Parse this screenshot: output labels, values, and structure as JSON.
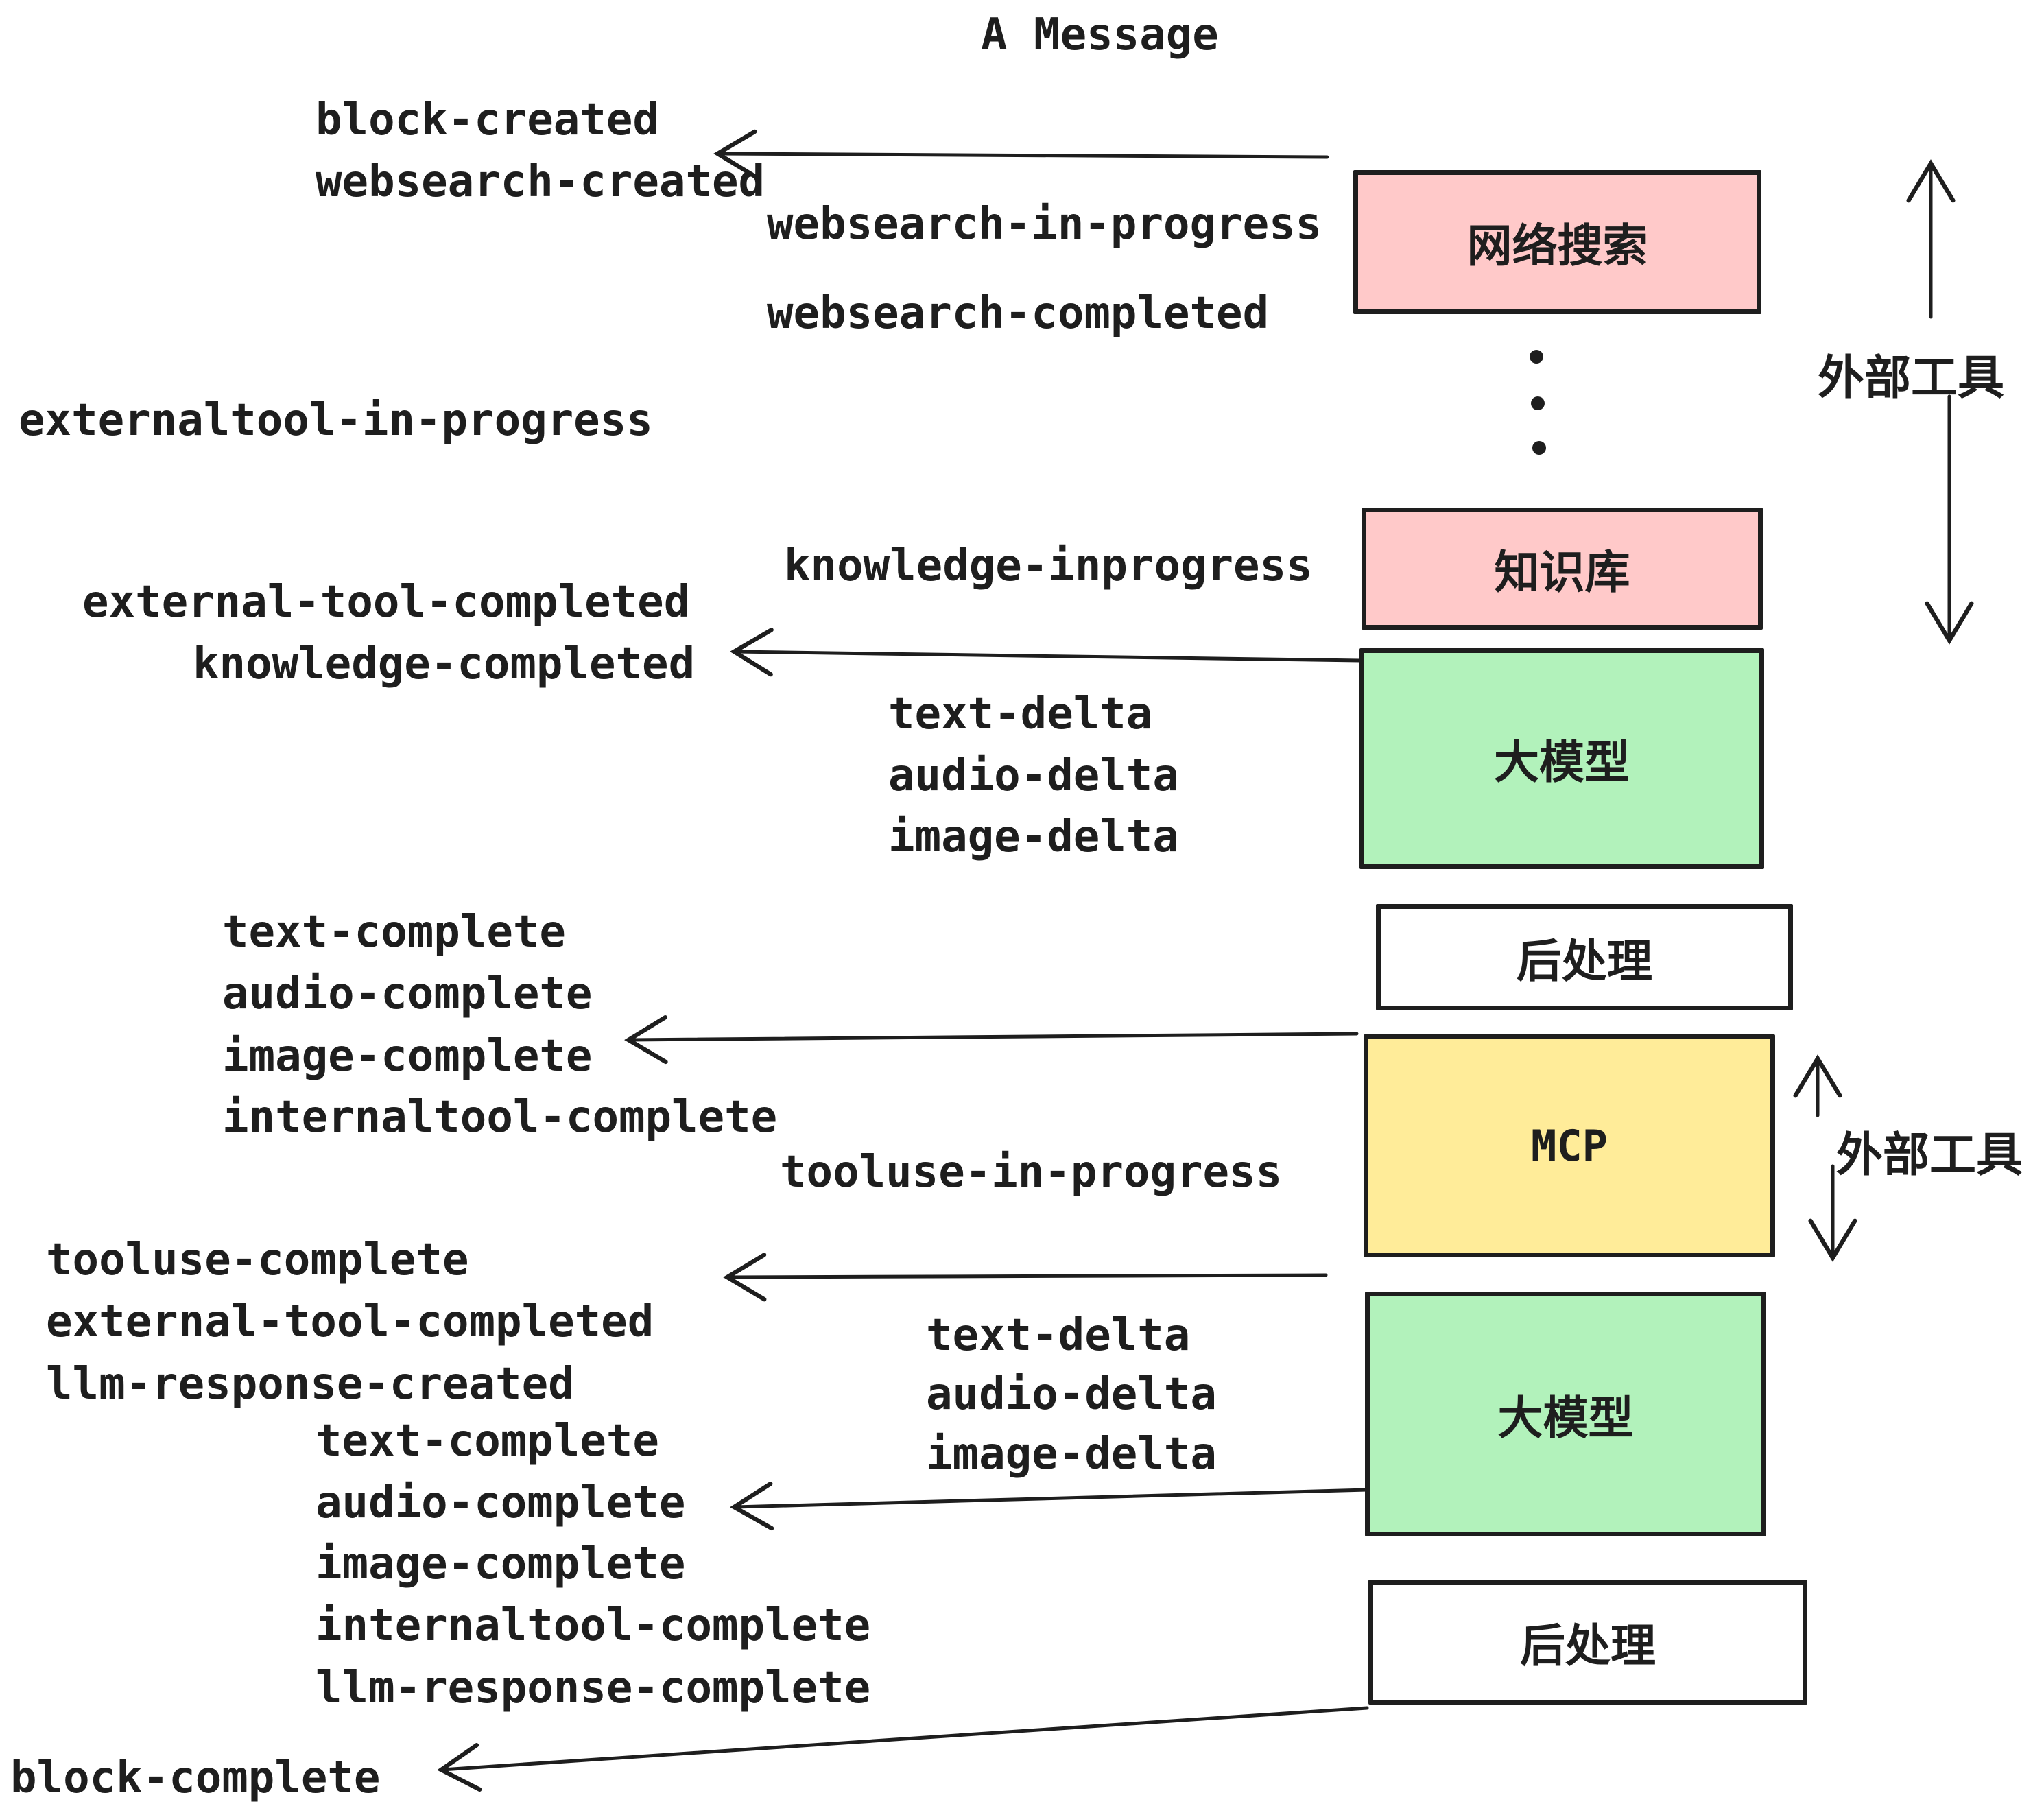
{
  "title": "A Message",
  "colors": {
    "ink": "#1e1e1e",
    "background": "#ffffff",
    "external_tool_box": "#ffc9c9",
    "llm_box": "#b2f2bb",
    "mcp_box": "#ffec99",
    "post_process_box": "#ffffff"
  },
  "stages": [
    {
      "id": "websearch",
      "label": "网络搜索"
    },
    {
      "id": "knowledge",
      "label": "知识库"
    },
    {
      "id": "llm-1",
      "label": "大模型"
    },
    {
      "id": "post-1",
      "label": "后处理"
    },
    {
      "id": "mcp",
      "label": "MCP"
    },
    {
      "id": "llm-2",
      "label": "大模型"
    },
    {
      "id": "post-2",
      "label": "后处理"
    }
  ],
  "side_annotations": [
    {
      "label": "外部工具"
    },
    {
      "label": "外部工具"
    }
  ],
  "events": [
    {
      "text": "block-created"
    },
    {
      "text": "websearch-created"
    },
    {
      "text": "websearch-in-progress"
    },
    {
      "text": "websearch-completed"
    },
    {
      "text": "externaltool-in-progress"
    },
    {
      "text": "knowledge-inprogress"
    },
    {
      "text": "external-tool-completed"
    },
    {
      "text": "knowledge-completed"
    },
    {
      "text": "text-delta"
    },
    {
      "text": "audio-delta"
    },
    {
      "text": "image-delta"
    },
    {
      "text": "text-complete"
    },
    {
      "text": "audio-complete"
    },
    {
      "text": "image-complete"
    },
    {
      "text": "internaltool-complete"
    },
    {
      "text": "tooluse-in-progress"
    },
    {
      "text": "tooluse-complete"
    },
    {
      "text": "external-tool-completed"
    },
    {
      "text": "llm-response-created"
    },
    {
      "text": "text-complete"
    },
    {
      "text": "text-delta"
    },
    {
      "text": "audio-delta"
    },
    {
      "text": "image-delta"
    },
    {
      "text": "audio-complete"
    },
    {
      "text": "image-complete"
    },
    {
      "text": "internaltool-complete"
    },
    {
      "text": "llm-response-complete"
    },
    {
      "text": "block-complete"
    }
  ]
}
